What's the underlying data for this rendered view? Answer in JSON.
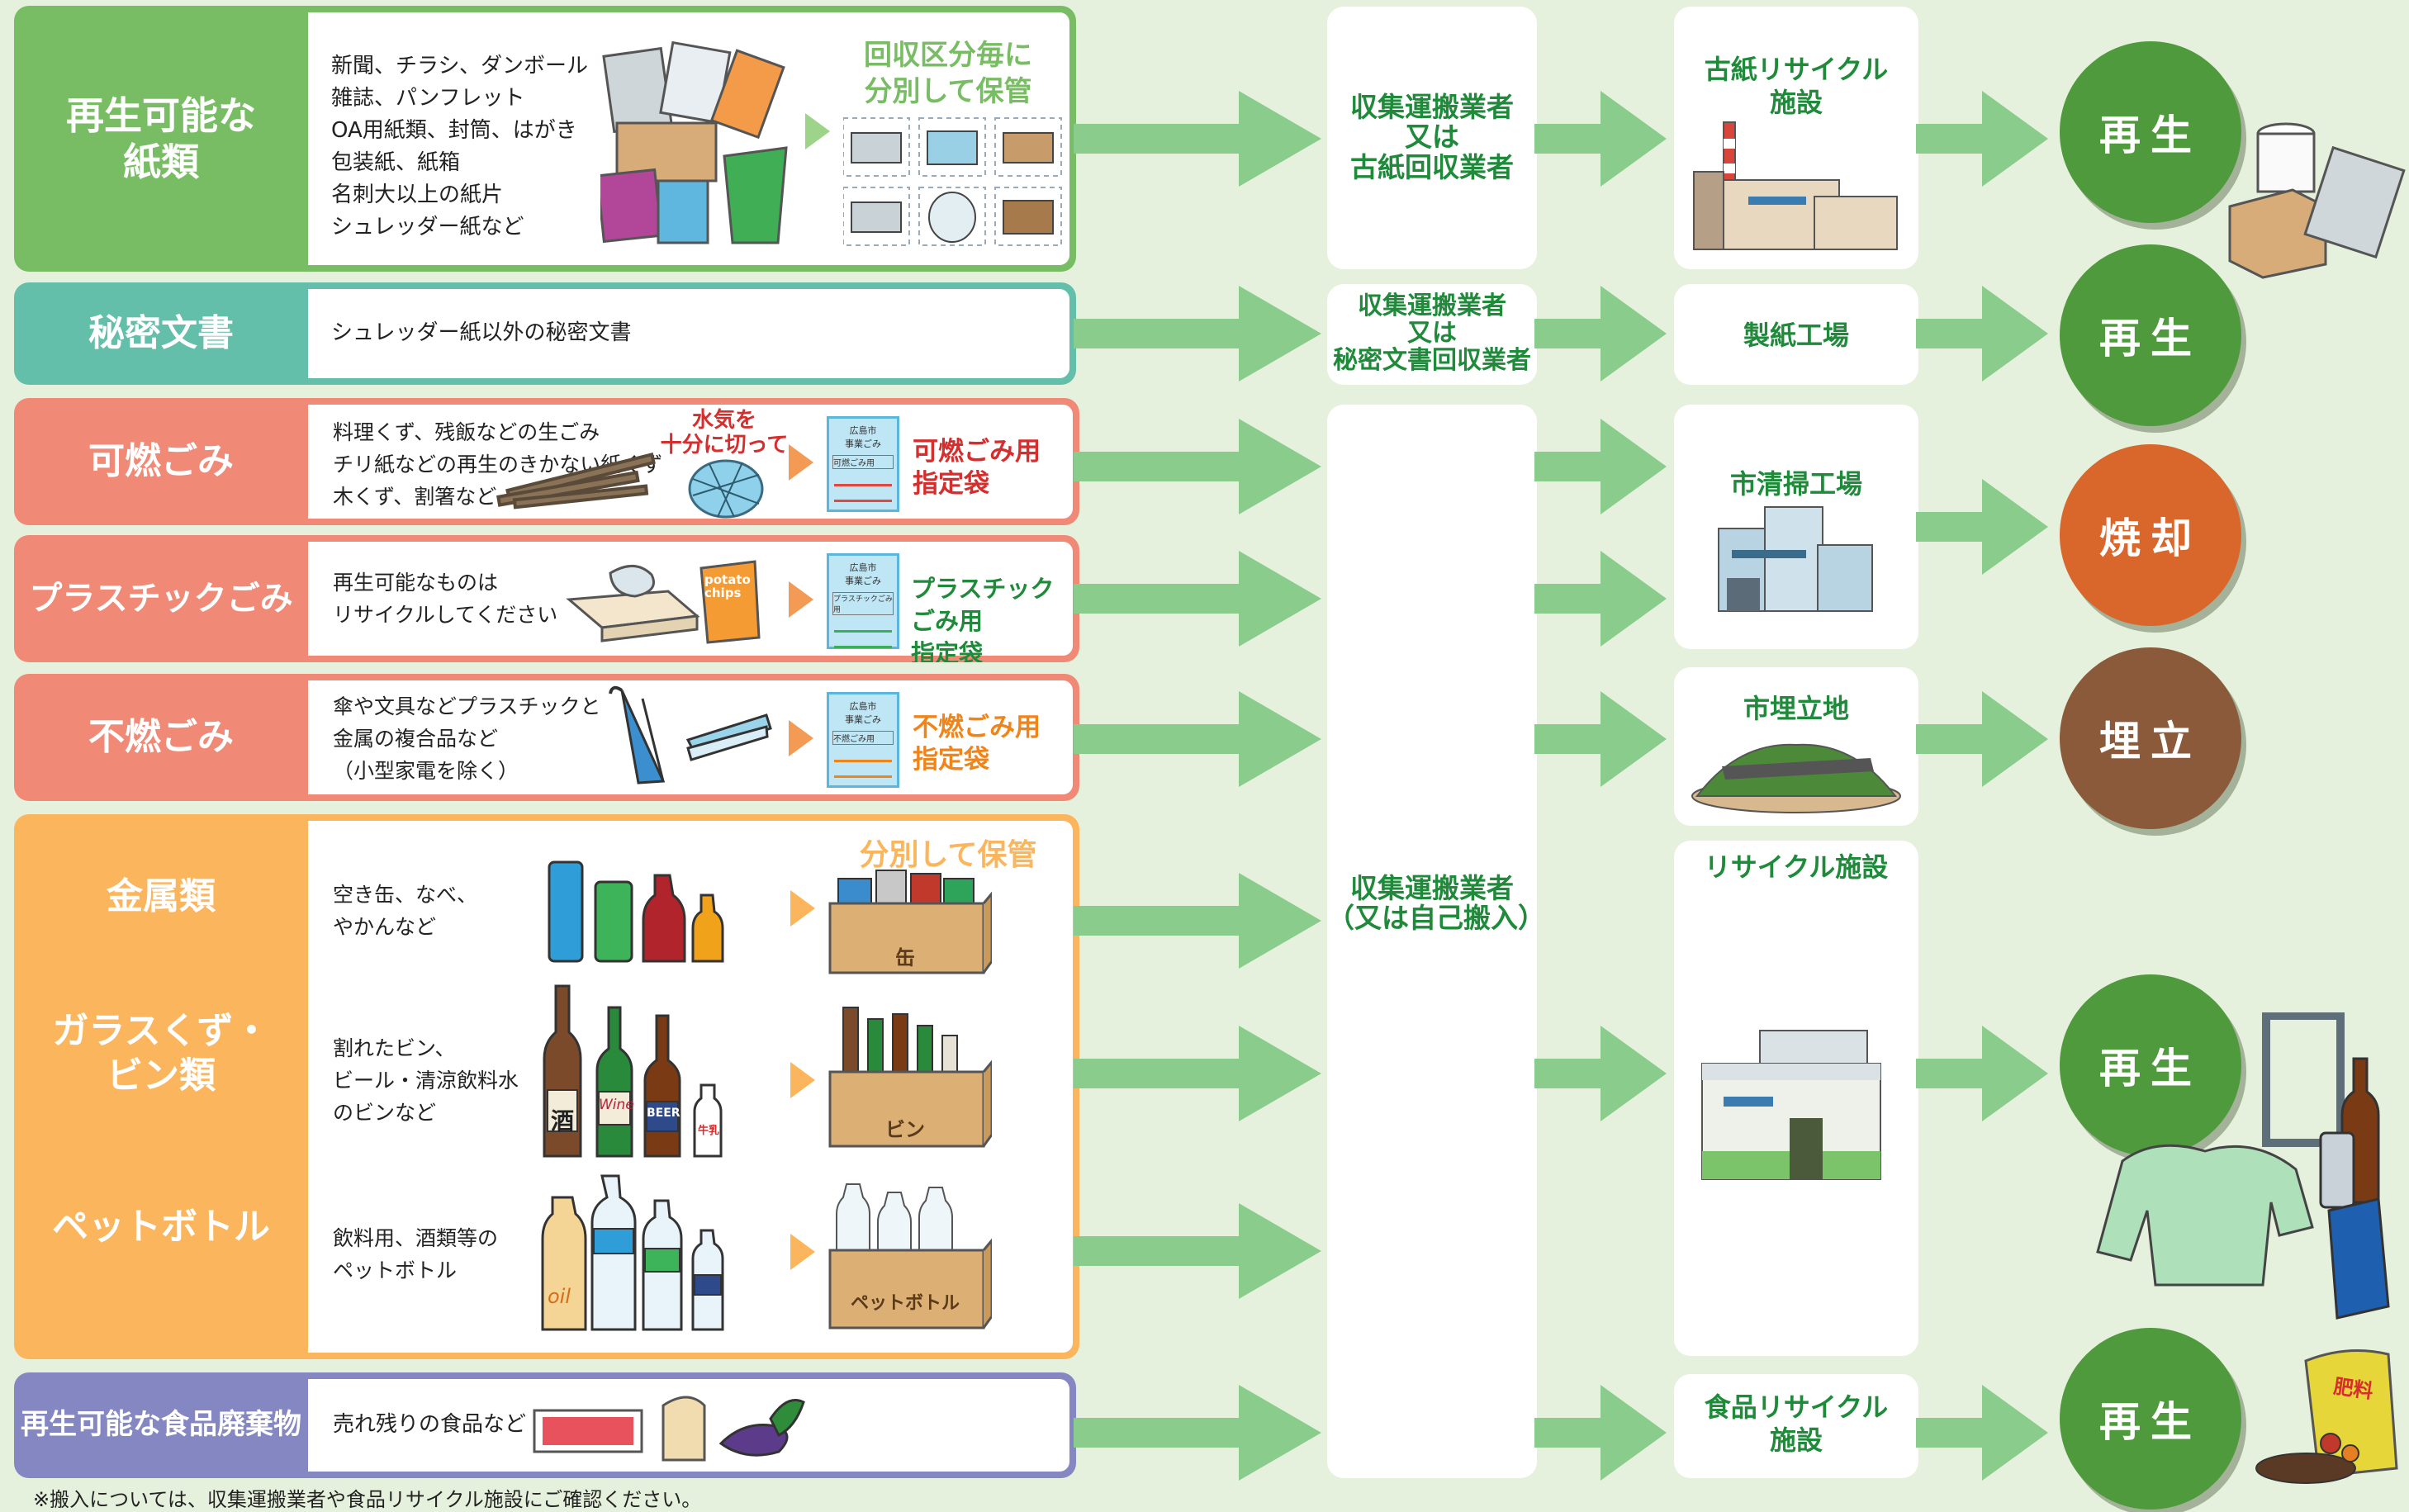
{
  "categories": [
    {
      "label": "再生可能な\n紙類",
      "items": [
        "新聞、チラシ、ダンボール",
        "雑誌、パンフレット",
        "OA用紙類、封筒、はがき",
        "包装紙、紙箱",
        "名刺大以上の紙片",
        "シュレッダー紙など"
      ],
      "note": "回収区分毎に\n分別して保管"
    },
    {
      "label": "秘密文書",
      "items": [
        "シュレッダー紙以外の秘密文書"
      ]
    },
    {
      "label": "可燃ごみ",
      "items": [
        "料理くず、残飯などの生ごみ",
        "チリ紙などの再生のきかない紙くず",
        "木くず、割箸など"
      ],
      "callout": "水気を\n十分に切って",
      "bag_title": "可燃ごみ用\n指定袋"
    },
    {
      "label": "プラスチックごみ",
      "items": [
        "再生可能なものは",
        "リサイクルしてください"
      ],
      "bag_title": "プラスチックごみ用\n指定袋"
    },
    {
      "label": "不燃ごみ",
      "items": [
        "傘や文具などプラスチックと",
        "金属の複合品など",
        "（小型家電を除く）"
      ],
      "bag_title": "不燃ごみ用\n指定袋"
    },
    {
      "group_note": "分別して保管",
      "subs": [
        {
          "label": "金属類",
          "items": [
            "空き缶、なべ、",
            "やかんなど"
          ],
          "box_label": "缶"
        },
        {
          "label": "ガラスくず・\nビン類",
          "items": [
            "割れたビン、",
            "ビール・清涼飲料水",
            "のビンなど"
          ],
          "box_label": "ビン"
        },
        {
          "label": "ペットボトル",
          "items": [
            "飲料用、酒類等の",
            "ペットボトル"
          ],
          "box_label": "ペットボトル"
        }
      ]
    },
    {
      "label": "再生可能な食品廃棄物",
      "items": [
        "売れ残りの食品など"
      ]
    }
  ],
  "bag_header": {
    "city": "広島市",
    "kind": "事業ごみ",
    "lines": [
      "可燃ごみ用",
      "プラスチックごみ用",
      "不燃ごみ用"
    ]
  },
  "bottle_labels": {
    "sake": "酒",
    "wine": "Wine",
    "beer": "BEER",
    "milk": "牛乳",
    "oil": "oil"
  },
  "chips_label": "potato\nchips",
  "collectors": [
    {
      "text": "収集運搬業者\n又は\n古紙回収業者"
    },
    {
      "text": "収集運搬業者\n又は\n秘密文書回収業者"
    },
    {
      "text": "収集運搬業者\n（又は自己搬入）"
    }
  ],
  "facilities": [
    {
      "text": "古紙リサイクル\n施設"
    },
    {
      "text": "製紙工場"
    },
    {
      "text": "市清掃工場"
    },
    {
      "text": "市埋立地"
    },
    {
      "text": "リサイクル施設"
    },
    {
      "text": "食品リサイクル\n施設"
    }
  ],
  "results": [
    {
      "text": "再生",
      "color": "#4f9a3c"
    },
    {
      "text": "再生",
      "color": "#4f9a3c"
    },
    {
      "text": "焼却",
      "color": "#d9662b"
    },
    {
      "text": "埋立",
      "color": "#8a5a3b"
    },
    {
      "text": "再生",
      "color": "#4f9a3c"
    },
    {
      "text": "再生",
      "color": "#4f9a3c"
    }
  ],
  "fertilizer_label": "肥料",
  "footnote": "※搬入については、収集運搬業者や食品リサイクル施設にご確認ください。",
  "colors": {
    "paper": "#78bd63",
    "secret": "#63bfa9",
    "burn": "#f08a76",
    "metal": "#fbb55c",
    "food": "#8487c2",
    "arrow": "#89cc8c",
    "green_text": "#1e8a3a",
    "red_text": "#d62d2d",
    "orange_text": "#f18419"
  }
}
